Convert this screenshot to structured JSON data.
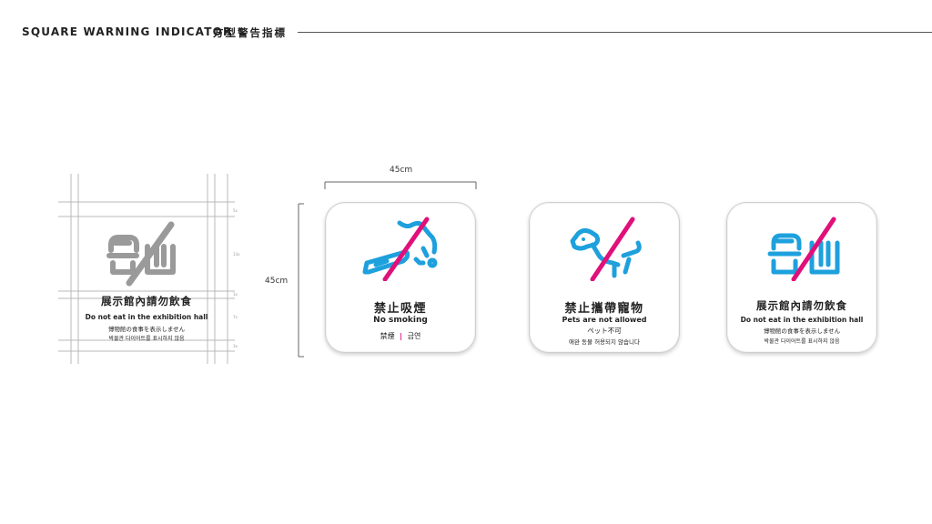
{
  "header": {
    "title_en": "SQUARE WARNING INDICATOR",
    "title_zh": "方型警告指標"
  },
  "dimensions": {
    "width_label": "45cm",
    "height_label": "45cm"
  },
  "grid_sign": {
    "title_zh": "展示館內請勿飲食",
    "title_en": "Do not eat in the exhibition hall",
    "title_ja": "博物館の食事を表示しません",
    "title_ko": "박물관 다이어트를 표시하지 않음",
    "ticks": [
      "5x",
      "13x",
      "1x",
      "7x",
      "3x"
    ]
  },
  "signs": [
    {
      "id": "no-smoking",
      "title_zh": "禁止吸煙",
      "title_en": "No smoking",
      "sub_zh": "禁煙",
      "sub_ko": "금연",
      "icon": "no-smoking-icon"
    },
    {
      "id": "no-pets",
      "title_zh": "禁止攜帶寵物",
      "title_en": "Pets are not allowed",
      "sub_ja": "ペット不可",
      "sub_ko": "애완 동물 허용되지 않습니다",
      "icon": "no-pets-icon"
    },
    {
      "id": "no-food",
      "title_zh": "展示館內請勿飲食",
      "title_en": "Do not eat in the exhibition hall",
      "sub_ja": "博物館の食事を表示しません",
      "sub_ko": "박물관 다이어트를 표시하지 않음",
      "icon": "no-food-drink-icon"
    }
  ],
  "colors": {
    "pictogram_blue": "#1ea0dd",
    "prohibition_magenta": "#e0107a",
    "grid_gray": "#9a9a9a"
  }
}
